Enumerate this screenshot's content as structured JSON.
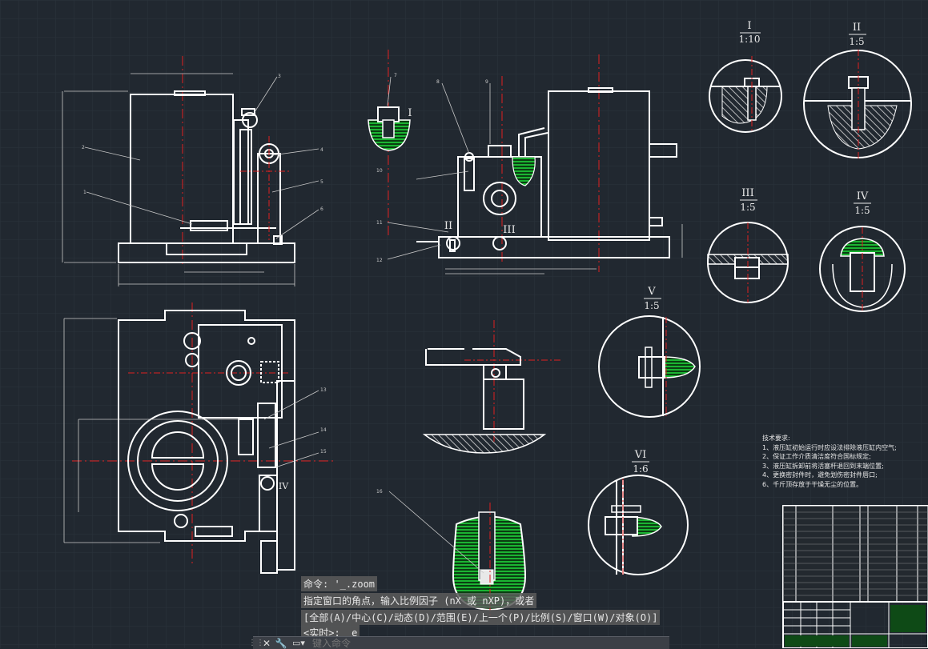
{
  "colors": {
    "background": "#212830",
    "grid": "#2b333c",
    "line": "#ffffff",
    "centerline": "#e02020",
    "hatch_green": "#1fd23a",
    "dimension": "#c8c8c8"
  },
  "detail_labels": [
    {
      "numeral": "I",
      "scale": "1:10"
    },
    {
      "numeral": "II",
      "scale": "1:5"
    },
    {
      "numeral": "III",
      "scale": "1:5"
    },
    {
      "numeral": "IV",
      "scale": "1:5"
    },
    {
      "numeral": "V",
      "scale": "1:5"
    },
    {
      "numeral": "VI",
      "scale": "1:6"
    }
  ],
  "inline_markers": {
    "front_view_detail": "I",
    "side_view_detail_left": "II",
    "side_view_detail_right": "III",
    "plan_view_detail": "IV"
  },
  "tech_requirements": {
    "title": "技术要求:",
    "items": [
      "1、液压缸初始运行时应设法排除液压缸内空气;",
      "2、保证工作介质清洁度符合国标规定;",
      "3、液压缸拆卸前将活塞杆退回到末端位置;",
      "4、更换密封件时，避免划伤密封件唇口;",
      "6、千斤顶存放于干燥无尘的位置。"
    ]
  },
  "command_history": [
    "命令: '_.zoom",
    "指定窗口的角点，输入比例因子 (nX 或 nXP)，或者",
    "[全部(A)/中心(C)/动态(D)/范围(E)/上一个(P)/比例(S)/窗口(W)/对象(O)]",
    "<实时>: _e"
  ],
  "command_bar": {
    "placeholder": "键入命令",
    "close_symbol": "✕",
    "customize_symbol": "🔧",
    "prompt_symbol": "▭▾"
  },
  "balloons": [
    "1",
    "2",
    "3",
    "4",
    "5",
    "6",
    "7",
    "8",
    "9",
    "10",
    "11",
    "12",
    "13",
    "14",
    "15",
    "16"
  ]
}
